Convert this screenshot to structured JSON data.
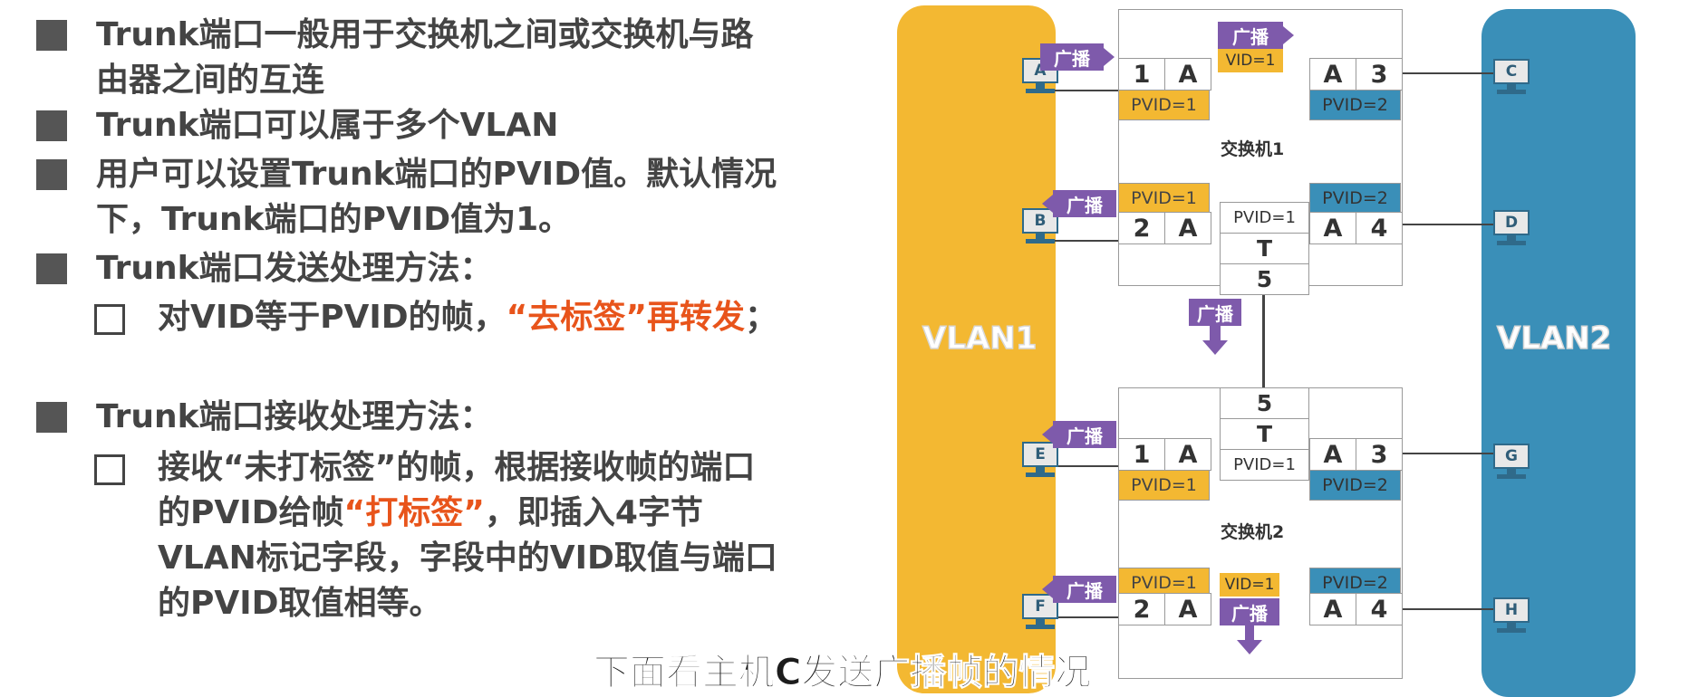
{
  "bullets": [
    {
      "line1": "Trunk端口一般用于交换机之间或交换机与路",
      "line2": "由器之间的互连"
    },
    {
      "line1": "Trunk端口可以属于多个VLAN"
    },
    {
      "line1": "用户可以设置Trunk端口的PVID值。默认情况",
      "line2": "下，Trunk端口的PVID值为1。"
    },
    {
      "line1": "Trunk端口发送处理方法："
    },
    {
      "line1": "Trunk端口接收处理方法："
    }
  ],
  "send_sub": {
    "pre": "对VID等于PVID的帧，",
    "highlight": "“去标签”再转发",
    "post": "；"
  },
  "recv_sub": {
    "line1": "接收“未打标签”的帧，根据接收帧的端口",
    "line2_pre": "的PVID给帧",
    "line2_hl": "“打标签”",
    "line2_post": "，即插入4字节",
    "line3": "VLAN标记字段，字段中的VID取值与端口",
    "line4": "的PVID取值相等。"
  },
  "diagram": {
    "vlan1_label": "VLAN1",
    "vlan2_label": "VLAN2",
    "switch1_label": "交换机1",
    "switch2_label": "交换机2",
    "broadcast": "广播",
    "vid1": "VID=1",
    "pvid1": "PVID=1",
    "pvid2": "PVID=2",
    "hosts": [
      "A",
      "B",
      "C",
      "D",
      "E",
      "F",
      "G",
      "H"
    ],
    "ports": {
      "p1": "1",
      "p2": "2",
      "p3": "3",
      "p4": "4",
      "p5": "5",
      "access": "A",
      "trunk": "T"
    }
  },
  "subtitle": "下面看主机C发送广播帧的情况"
}
